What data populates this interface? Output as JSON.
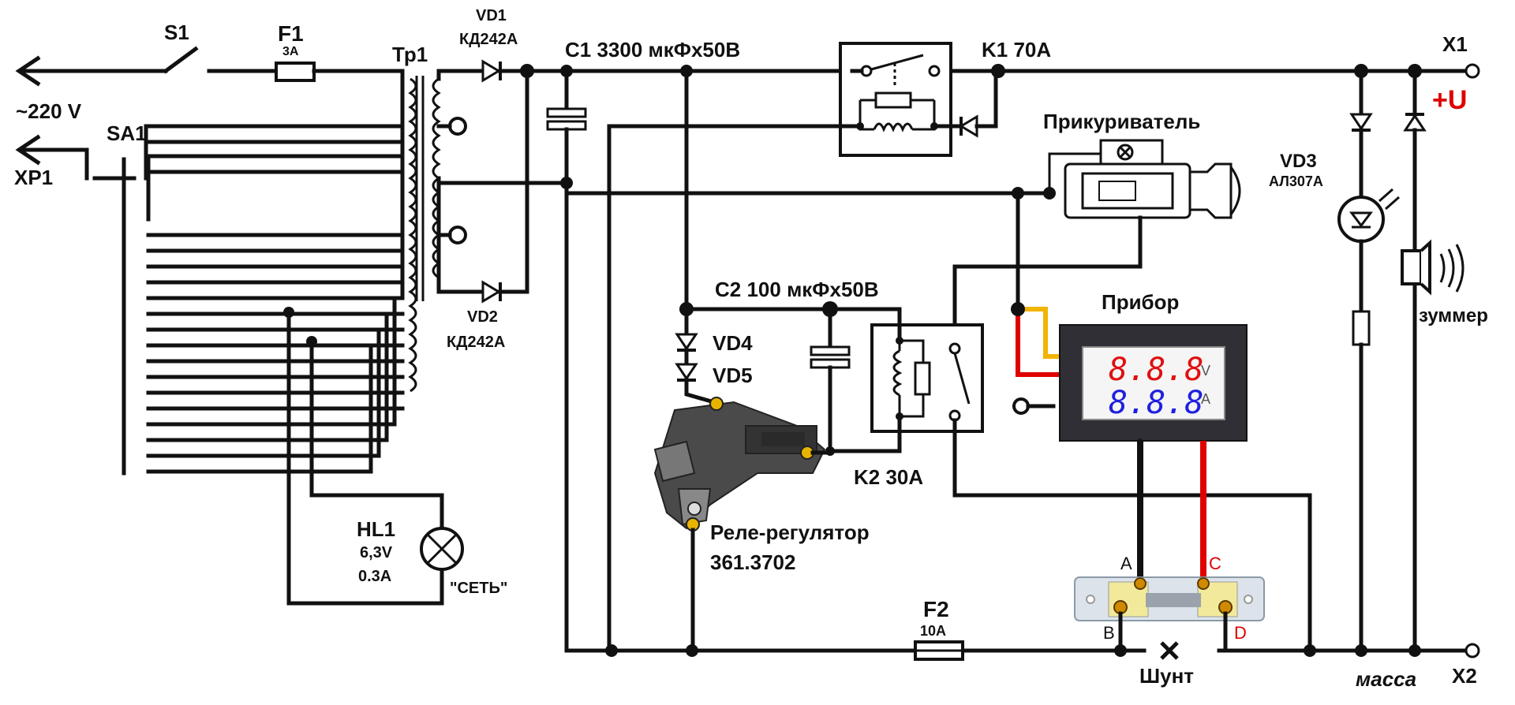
{
  "labels": {
    "s1": "S1",
    "f1": "F1",
    "f1_rating": "3A",
    "tr1": "Тр1",
    "vd1": "VD1",
    "vd1_type": "КД242А",
    "c1": "C1 3300 мкФх50В",
    "k1": "K1 70A",
    "x1": "X1",
    "plus_u": "+U",
    "mains": "~220 V",
    "sa1": "SA1",
    "xp1": "XP1",
    "lighter": "Прикуриватель",
    "vd3": "VD3",
    "vd3_type": "АЛ307А",
    "buzzer": "зуммер",
    "vd2": "VD2",
    "vd2_type": "КД242А",
    "c2": "C2 100 мкФх50В",
    "meter": "Прибор",
    "vd4": "VD4",
    "vd5": "VD5",
    "k2": "K2 30A",
    "hl1": "HL1",
    "hl1_voltage": "6,3V",
    "hl1_current": "0.3A",
    "network": "\"СЕТЬ\"",
    "regulator": "Реле-регулятор",
    "regulator_model": "361.3702",
    "f2": "F2",
    "f2_rating": "10A",
    "shunt": "Шунт",
    "ground": "масса",
    "x2": "X2",
    "term_a": "A",
    "term_b": "B",
    "term_c": "C",
    "term_d": "D"
  },
  "meter_display": {
    "volt_digits": "8.8.8",
    "amp_digits": "8.8.8",
    "volt_unit": "V",
    "amp_unit": "A"
  },
  "colors": {
    "wire": "#111111",
    "plus_u": "#e00000",
    "red_lead": "#e00000",
    "yellow_lead": "#f2b400",
    "volt_digits": "#e01010",
    "amp_digits": "#2020e0",
    "terminal_gold": "#e8b400"
  }
}
